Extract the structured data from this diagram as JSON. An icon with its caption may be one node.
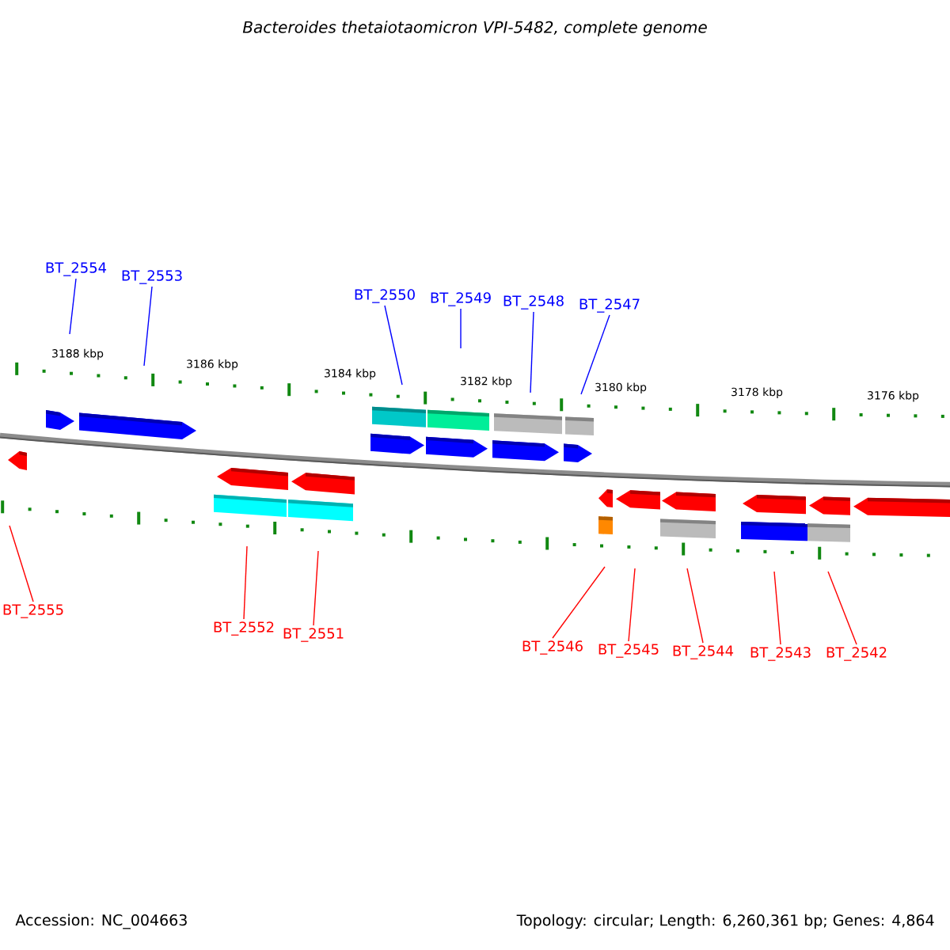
{
  "diagram": {
    "title": "Bacteroides thetaiotaomicron VPI-5482, complete genome",
    "nodes": [
      {
        "text": [
          "BT_2554"
        ]
      },
      {
        "text": [
          "BT_2553"
        ]
      },
      {
        "text": [
          "BT_2550"
        ]
      },
      {
        "text": [
          "BT_2549"
        ]
      },
      {
        "text": [
          "BT_2548"
        ]
      },
      {
        "text": [
          "BT_2547"
        ]
      },
      {
        "text": [
          "BT_2555"
        ]
      },
      {
        "text": [
          "BT_2552"
        ]
      },
      {
        "text": [
          "BT_2551"
        ]
      },
      {
        "text": [
          "BT_2546"
        ]
      },
      {
        "text": [
          "BT_2545"
        ]
      },
      {
        "text": [
          "BT_2544"
        ]
      },
      {
        "text": [
          "BT_2543"
        ]
      },
      {
        "text": [
          "BT_2542"
        ]
      }
    ],
    "edges": [
      {
        "from": 0,
        "to": null,
        "arrow": "none",
        "color": "#0000ff"
      },
      {
        "from": 1,
        "to": null,
        "arrow": "none",
        "color": "#0000ff"
      },
      {
        "from": 2,
        "to": null,
        "arrow": "none",
        "color": "#0000ff"
      },
      {
        "from": 3,
        "to": null,
        "arrow": "none",
        "color": "#0000ff"
      },
      {
        "from": 4,
        "to": null,
        "arrow": "none",
        "color": "#0000ff"
      },
      {
        "from": 5,
        "to": null,
        "arrow": "none",
        "color": "#0000ff"
      },
      {
        "from": 6,
        "to": null,
        "arrow": "none"
      },
      {
        "from": 7,
        "to": null,
        "arrow": "none"
      },
      {
        "from": 8,
        "to": null,
        "arrow": "none"
      },
      {
        "from": 9,
        "to": null,
        "arrow": "none"
      },
      {
        "from": 10,
        "to": null,
        "arrow": "none"
      },
      {
        "from": 11,
        "to": null,
        "arrow": "none"
      },
      {
        "from": 12,
        "to": null,
        "arrow": "none"
      },
      {
        "from": 13,
        "to": null,
        "arrow": "none"
      }
    ],
    "labels": [
      "3188 kbp",
      "3186 kbp",
      "3184 kbp",
      "3182 kbp",
      "3180 kbp",
      "3178 kbp",
      "3176 kbp",
      "Accession: NC_004663",
      "Topology: circular; Length: 6,260,361 bp; Genes: 4,864"
    ]
  }
}
